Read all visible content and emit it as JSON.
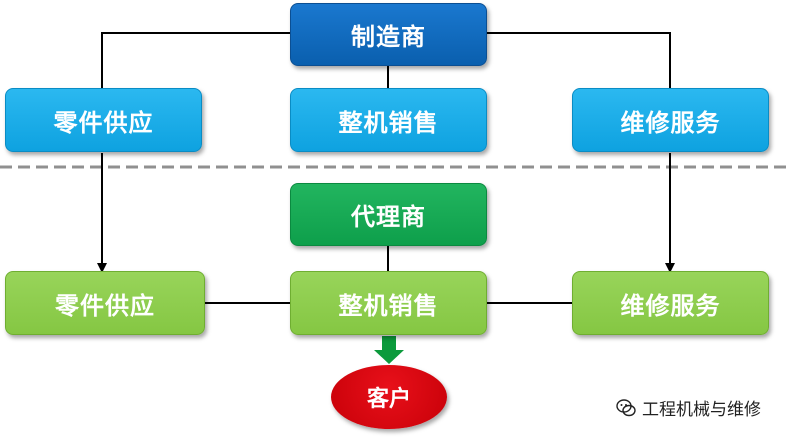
{
  "diagram": {
    "manufacturer": {
      "label": "制造商"
    },
    "manufacturer_row": {
      "parts_supply": "零件供应",
      "machine_sales": "整机销售",
      "repair_service": "维修服务"
    },
    "agent": {
      "label": "代理商"
    },
    "agent_row": {
      "parts_supply": "零件供应",
      "machine_sales": "整机销售",
      "repair_service": "维修服务"
    },
    "customer": {
      "label": "客户"
    },
    "colors": {
      "manufacturer": "#0a68bf",
      "manufacturer_row": "#16a9e6",
      "agent": "#16a855",
      "agent_row": "#8ccb4c",
      "customer": "#d4000a",
      "green_arrow": "#0c9a3c",
      "connector": "#000000",
      "divider": "#909090"
    }
  },
  "watermark": {
    "text": "工程机械与维修"
  }
}
